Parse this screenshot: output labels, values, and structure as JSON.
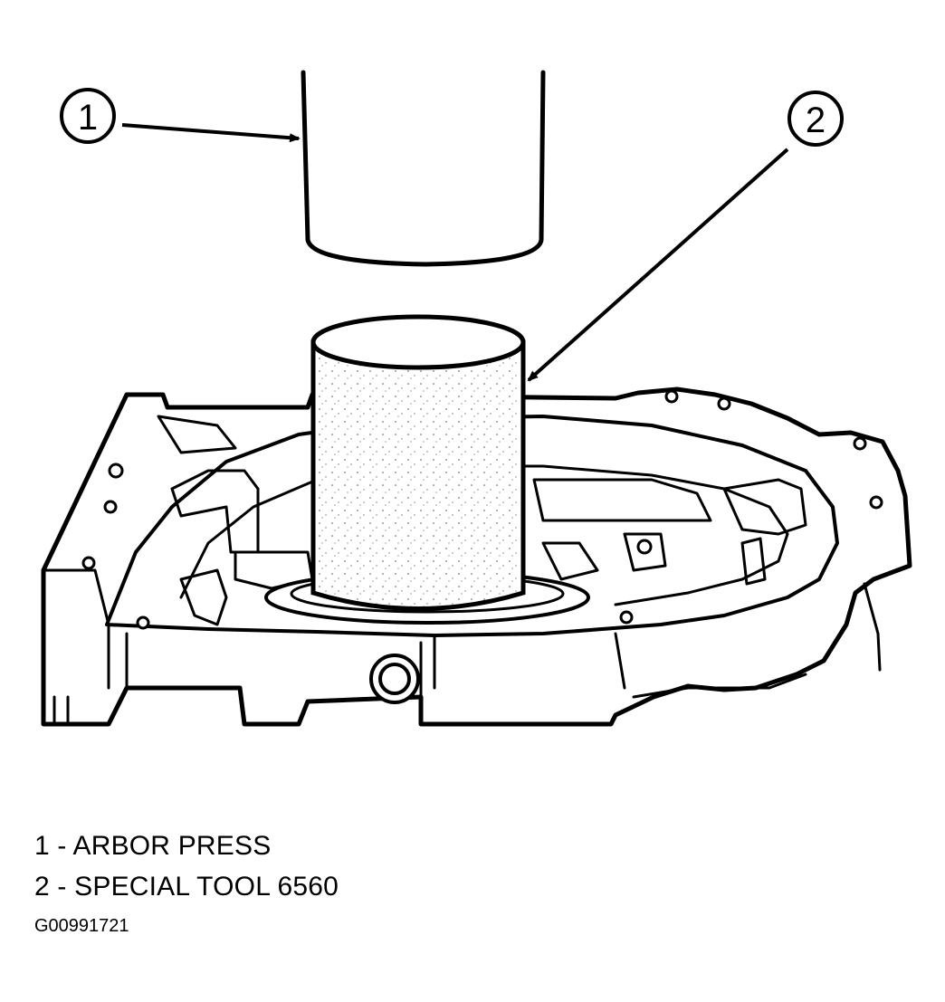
{
  "callouts": [
    {
      "number": "1"
    },
    {
      "number": "2"
    }
  ],
  "legend": [
    {
      "text": "1 - ARBOR PRESS"
    },
    {
      "text": "2 - SPECIAL TOOL 6560"
    }
  ],
  "figure_id": "G00991721",
  "colors": {
    "line": "#000000",
    "background": "#ffffff"
  }
}
